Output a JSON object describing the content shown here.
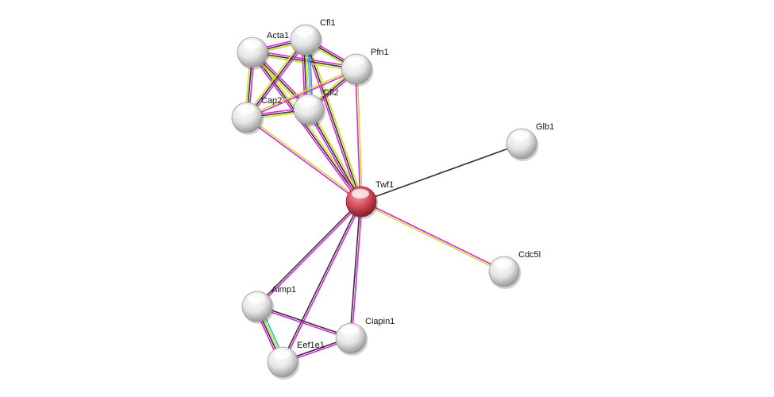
{
  "network": {
    "nodes": [
      {
        "id": "Acta1",
        "label": "Acta1",
        "query": false
      },
      {
        "id": "Cfl1",
        "label": "Cfl1",
        "query": false
      },
      {
        "id": "Pfn1",
        "label": "Pfn1",
        "query": false
      },
      {
        "id": "Cap2",
        "label": "Cap2",
        "query": false
      },
      {
        "id": "Cfl2",
        "label": "Cfl2",
        "query": false
      },
      {
        "id": "Glb1",
        "label": "Glb1",
        "query": false
      },
      {
        "id": "Twf1",
        "label": "Twf1",
        "query": true
      },
      {
        "id": "Cdc5l",
        "label": "Cdc5l",
        "query": false
      },
      {
        "id": "Aimp1",
        "label": "Aimp1",
        "query": false
      },
      {
        "id": "Ciapin1",
        "label": "Ciapin1",
        "query": false
      },
      {
        "id": "Eef1e1",
        "label": "Eef1e1",
        "query": false
      }
    ],
    "evidence_colors": {
      "experiments": "#dd22dd",
      "coexpression": "#333333",
      "textmining": "#c8e020",
      "databases": "#22c0e0",
      "cooccurrence": "#6a6aff"
    },
    "node_colors": {
      "default": "#e8e8e8",
      "query": "#d24a5a"
    },
    "edges": [
      {
        "a": "Twf1",
        "b": "Glb1",
        "evidence": [
          "coexpression"
        ]
      },
      {
        "a": "Twf1",
        "b": "Cdc5l",
        "evidence": [
          "experiments",
          "textmining"
        ]
      },
      {
        "a": "Twf1",
        "b": "Aimp1",
        "evidence": [
          "experiments",
          "coexpression"
        ]
      },
      {
        "a": "Twf1",
        "b": "Eef1e1",
        "evidence": [
          "experiments",
          "coexpression"
        ]
      },
      {
        "a": "Twf1",
        "b": "Ciapin1",
        "evidence": [
          "experiments",
          "coexpression"
        ]
      },
      {
        "a": "Aimp1",
        "b": "Ciapin1",
        "evidence": [
          "coexpression",
          "experiments"
        ]
      },
      {
        "a": "Aimp1",
        "b": "Eef1e1",
        "evidence": [
          "databases",
          "textmining",
          "coexpression",
          "experiments"
        ]
      },
      {
        "a": "Eef1e1",
        "b": "Ciapin1",
        "evidence": [
          "coexpression",
          "experiments"
        ]
      },
      {
        "a": "Twf1",
        "b": "Acta1",
        "evidence": [
          "experiments",
          "coexpression",
          "textmining"
        ]
      },
      {
        "a": "Twf1",
        "b": "Cfl1",
        "evidence": [
          "experiments",
          "coexpression",
          "textmining"
        ]
      },
      {
        "a": "Twf1",
        "b": "Pfn1",
        "evidence": [
          "experiments",
          "textmining"
        ]
      },
      {
        "a": "Twf1",
        "b": "Cap2",
        "evidence": [
          "experiments",
          "textmining"
        ]
      },
      {
        "a": "Twf1",
        "b": "Cfl2",
        "evidence": [
          "experiments",
          "coexpression",
          "textmining"
        ]
      },
      {
        "a": "Acta1",
        "b": "Cfl1",
        "evidence": [
          "experiments",
          "coexpression",
          "textmining"
        ]
      },
      {
        "a": "Acta1",
        "b": "Pfn1",
        "evidence": [
          "experiments",
          "coexpression",
          "textmining"
        ]
      },
      {
        "a": "Acta1",
        "b": "Cap2",
        "evidence": [
          "experiments",
          "coexpression",
          "textmining"
        ]
      },
      {
        "a": "Acta1",
        "b": "Cfl2",
        "evidence": [
          "experiments",
          "coexpression",
          "textmining"
        ]
      },
      {
        "a": "Cfl1",
        "b": "Pfn1",
        "evidence": [
          "experiments",
          "coexpression",
          "textmining"
        ]
      },
      {
        "a": "Cfl1",
        "b": "Cap2",
        "evidence": [
          "experiments",
          "coexpression",
          "textmining"
        ]
      },
      {
        "a": "Cfl1",
        "b": "Cfl2",
        "evidence": [
          "cooccurrence",
          "databases",
          "textmining",
          "coexpression",
          "experiments"
        ]
      },
      {
        "a": "Pfn1",
        "b": "Cap2",
        "evidence": [
          "experiments",
          "textmining"
        ]
      },
      {
        "a": "Pfn1",
        "b": "Cfl2",
        "evidence": [
          "experiments",
          "coexpression",
          "textmining"
        ]
      },
      {
        "a": "Cap2",
        "b": "Cfl2",
        "evidence": [
          "experiments",
          "coexpression",
          "textmining"
        ]
      }
    ]
  }
}
